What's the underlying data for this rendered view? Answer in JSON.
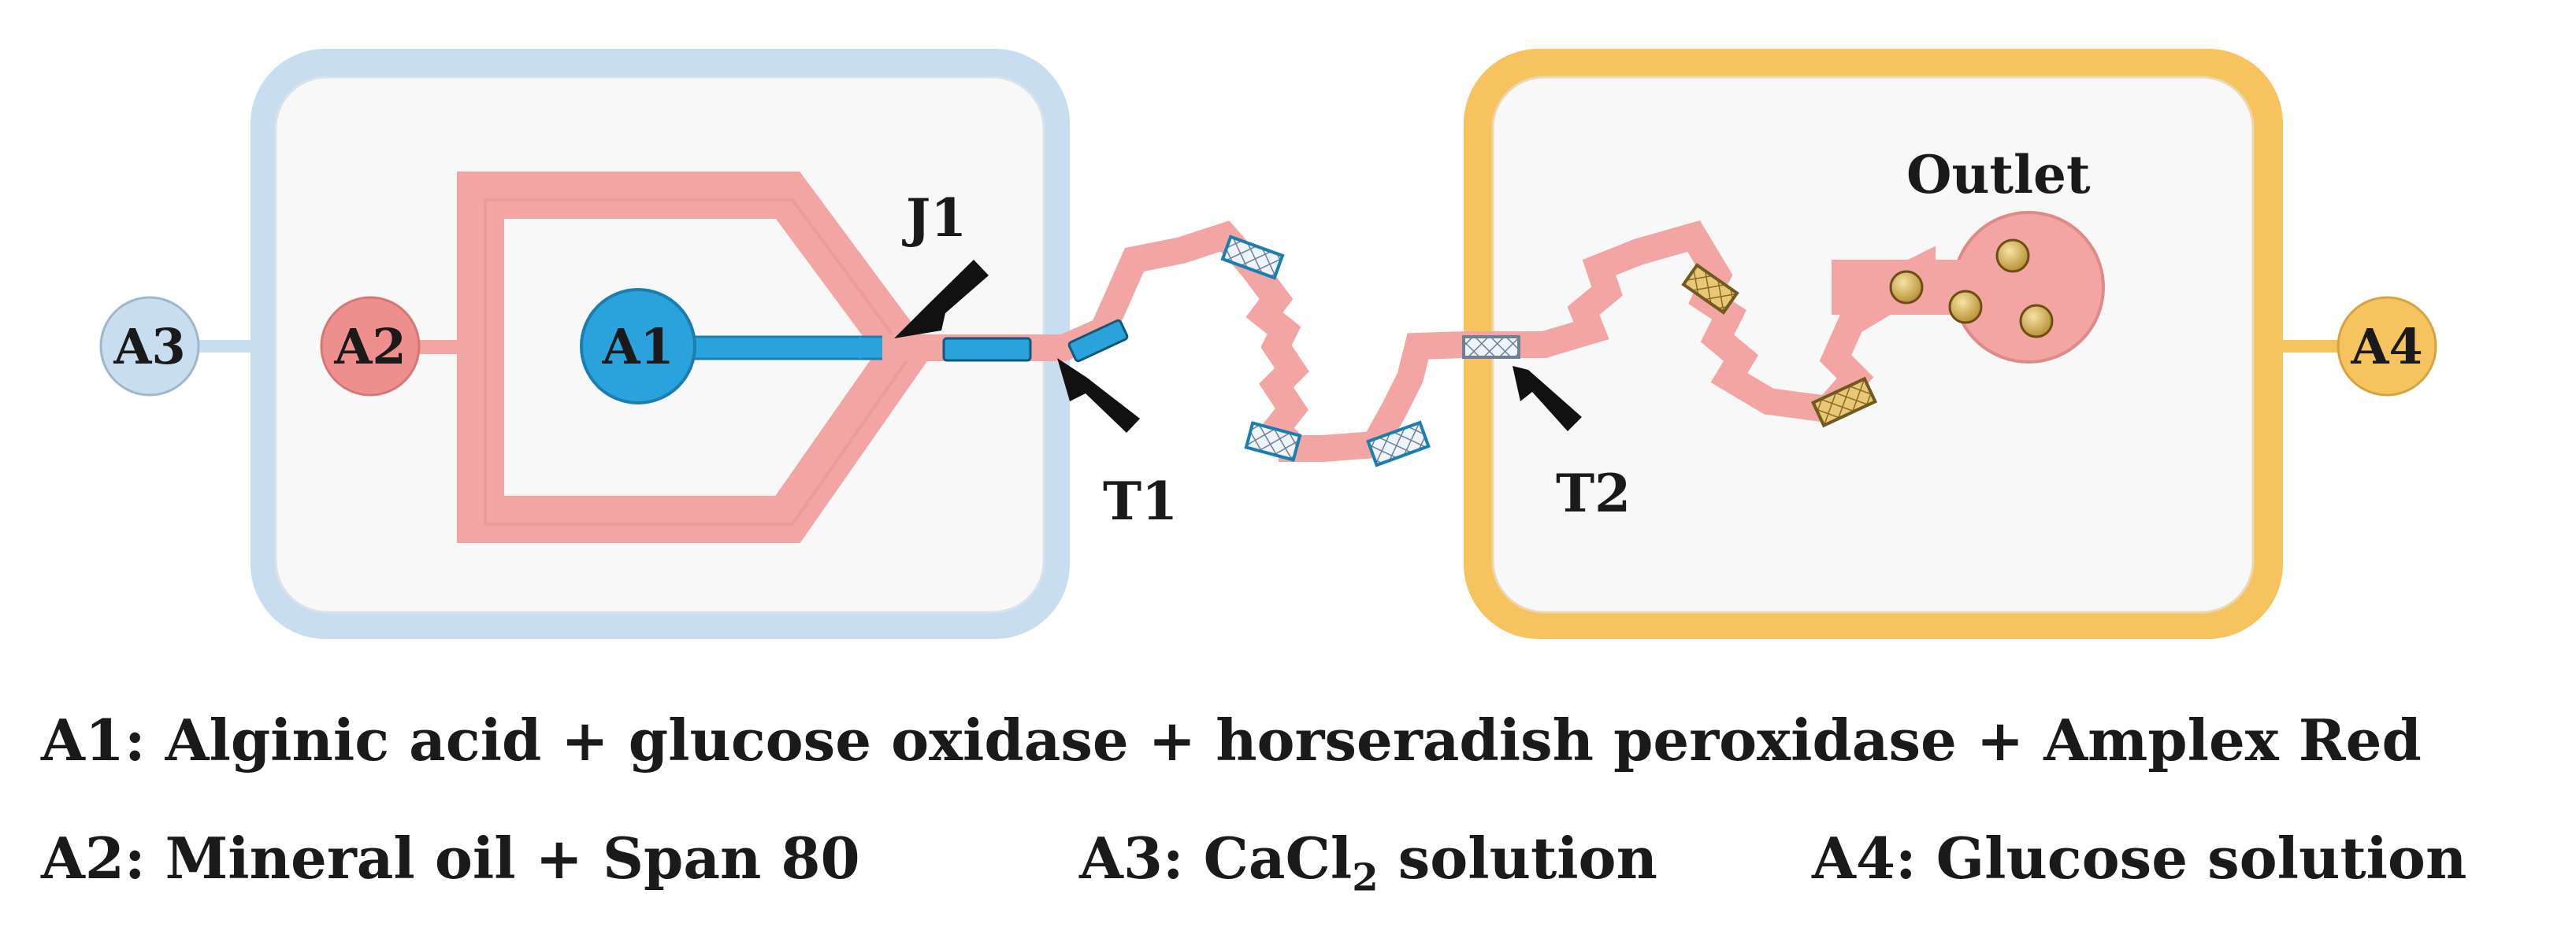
{
  "inlets": {
    "a1": "A1",
    "a2": "A2",
    "a3": "A3",
    "a4": "A4"
  },
  "labels": {
    "j1": "J1",
    "t1": "T1",
    "t2": "T2",
    "outlet": "Outlet"
  },
  "legend": {
    "a1": "A1: Alginic acid + glucose oxidase + horseradish peroxidase + Amplex Red",
    "a2": "A2: Mineral oil + Span 80",
    "a3_prefix": "A3: CaCl",
    "a3_sub": "2",
    "a3_suffix": " solution",
    "a4": "A4: Glucose solution"
  },
  "colors": {
    "left_chamber": "#c9ddf0",
    "right_chamber": "#f6c35e",
    "channel": "#f2a5a3",
    "channel_dark": "#e08a88",
    "aqueous": "#2aa3dc",
    "gel_bead": "#d9b86a",
    "arrow": "#111111"
  },
  "icons": {
    "pointer": "black-arrow-icon",
    "droplet": "droplet-icon",
    "crosshatch": "crosshatch-bead-icon"
  }
}
